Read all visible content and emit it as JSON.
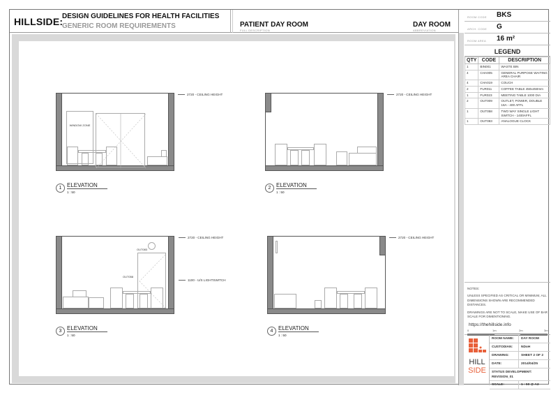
{
  "header": {
    "brand": "HILLSIDE:",
    "title": "DESIGN GUIDELINES FOR HEALTH FACILITIES",
    "subtitle": "GENERIC ROOM REQUIREMENTS",
    "full_description": "PATIENT DAY ROOM",
    "full_description_label": "FULL DESCRIPTION",
    "abbreviation": "DAY ROOM",
    "abbreviation_label": "ABBREVIATION"
  },
  "room_info": [
    {
      "label": "ROOM CODE",
      "value": "BKS"
    },
    {
      "label": "ARCH. CODE",
      "value": "G"
    },
    {
      "label": "ROOM AREA",
      "value": "16 m²"
    }
  ],
  "legend": {
    "title": "LEGEND",
    "columns": [
      "QTY",
      "CODE",
      "DESCRIPTION"
    ],
    "rows": [
      {
        "qty": "1",
        "code": "BIN001",
        "description": "WASTE BIN"
      },
      {
        "qty": "4",
        "code": "CHA005",
        "description": "GENERAL PURPOSE WAITING AREA CHAIR"
      },
      {
        "qty": "4",
        "code": "CHA019",
        "description": "COUCH"
      },
      {
        "qty": "2",
        "code": "FUR011",
        "description": "COFFEE TABLE 450x450mm"
      },
      {
        "qty": "1",
        "code": "FUR023",
        "description": "MEETING TABLE 1000 DIA"
      },
      {
        "qty": "2",
        "code": "OUT009",
        "description": "OUTLET, POWER, DOUBLE 16A - 400 AFFL"
      },
      {
        "qty": "1",
        "code": "OUT058",
        "description": "TWO WAY SINGLE LIGHT SWITCH - 1400AFFL"
      },
      {
        "qty": "1",
        "code": "OUT083",
        "description": "ANALOGUE CLOCK"
      }
    ]
  },
  "notes": {
    "heading": "NOTES:",
    "para1": "UNLESS SPECIFIED AS CRITICAL OR MINIMUM, ALL DIMENSIONS SHOWN ARE RECOMMENDED DISTANCES.",
    "para2": "DRAWINGS ARE NOT TO SCALE, MAKE USE OF BAR SCALE FOR DIMENTIONING.",
    "url": "https://thehillside.info",
    "scale_ticks": [
      "0",
      "1m",
      "2m",
      "3m"
    ]
  },
  "title_block": {
    "logo_text_top": "HILL",
    "logo_text_bottom": "SIDE",
    "rows": [
      {
        "key": "ROOM NAME:",
        "value": "DAY ROOM"
      },
      {
        "key": "CUSTODIAN:",
        "value": "NDoH"
      },
      {
        "key": "DRAWING:",
        "value": "SHEET 2 OF 2"
      },
      {
        "key": "DATE:",
        "value": "2014/04/25"
      }
    ],
    "status_label": "STATUS DEVELOPMENT:",
    "status_value": "REVISION_01",
    "scale_key": "SCALE:",
    "scale_value": "1 : 50 @ A3"
  },
  "elevations": [
    {
      "number": "1",
      "title": "ELEVATION",
      "scale": "1 : 50",
      "ceiling": "2720 - CEILING HEIGHT",
      "window_label": "WINDOW ZONE"
    },
    {
      "number": "2",
      "title": "ELEVATION",
      "scale": "1 : 50",
      "ceiling": "2720 - CEILING HEIGHT"
    },
    {
      "number": "3",
      "title": "ELEVATION",
      "scale": "1 : 50",
      "ceiling": "2720 - CEILING HEIGHT",
      "switch": "1100 - U/S LIGHTSWITCH",
      "clock_code": "OUT083",
      "switch_code": "OUT058"
    },
    {
      "number": "4",
      "title": "ELEVATION",
      "scale": "1 : 50",
      "ceiling": "2720 - CEILING HEIGHT"
    }
  ],
  "colors": {
    "brand_orange": "#e8603a",
    "wall_gray": "#8a8a8a",
    "frame_gray": "#d9d9d9"
  }
}
